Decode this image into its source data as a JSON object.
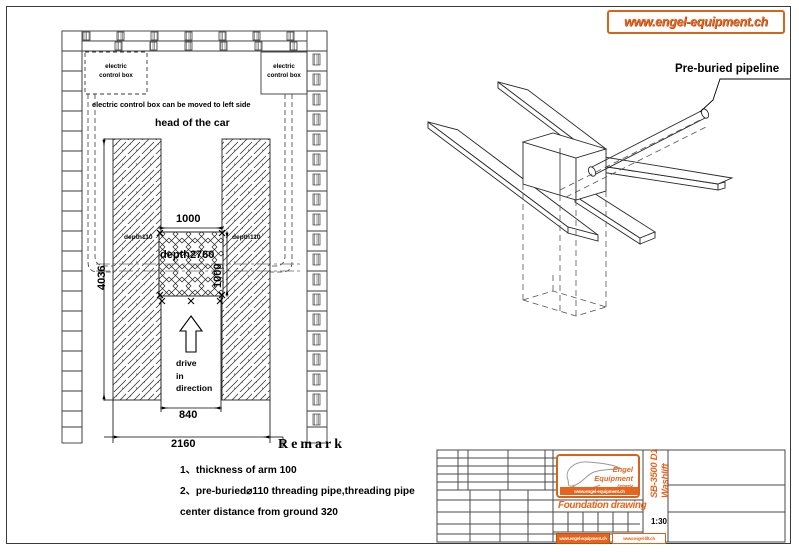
{
  "sheet": {
    "web_badge": "www.engel-equipment.ch"
  },
  "plan_view": {
    "electric_control_box_left": "electric\ncontrol box",
    "electric_control_box_left_line1": "electric",
    "electric_control_box_left_line2": "control box",
    "electric_control_box_right_line1": "electric",
    "electric_control_box_right_line2": "control box",
    "move_note": "electric control box can be moved to left side",
    "head_of_car": "head of the car",
    "drive_line1": "drive",
    "drive_line2": "in",
    "drive_line3": "direction",
    "dimensions": {
      "pit_width_top": "1000",
      "pit_width_right": "1000",
      "pit_depth": "depth2760",
      "arm_depth_left": "depth110",
      "arm_depth_right": "depth110",
      "overall_length": "4036",
      "inner_width": "840",
      "outer_width": "2160"
    }
  },
  "iso_view": {
    "pipeline_label": "Pre-buried pipeline"
  },
  "remark": {
    "title": "Remark",
    "items": [
      "1、thickness of arm 100",
      "2、pre-buried⌀110 threading pipe,threading pipe",
      "center distance from ground 320"
    ]
  },
  "title_block": {
    "logo_line1": "Engel",
    "logo_line2": "Equipment",
    "logo_line3": "Schweiz",
    "logo_url": "www.engel-equipment.ch",
    "drawing_title": "Foundation drawing",
    "model_code": "SB-3500 D1",
    "product_name": "Washlift",
    "scale": "1:30",
    "url_strip_left": "www.engel-equipment.ch",
    "url_strip_right": "www.engel-lift.ch"
  },
  "colors": {
    "accent_orange": "#e8641c",
    "line": "#3a3a3a",
    "ink": "#000000"
  }
}
